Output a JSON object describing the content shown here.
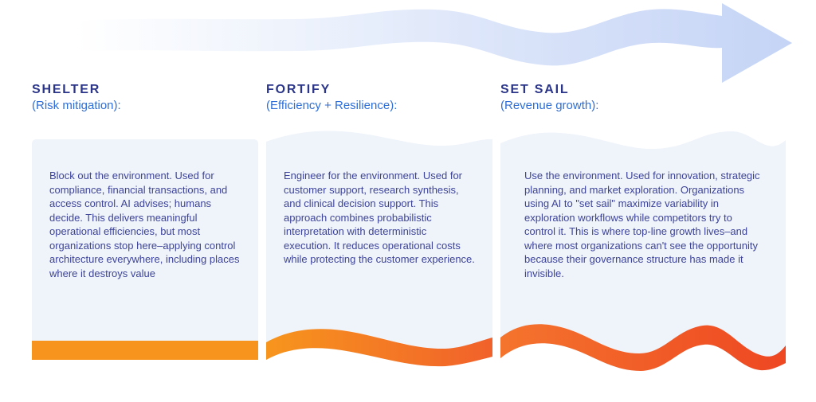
{
  "arrow": {
    "name": "growth-arrow",
    "gradient": {
      "stop1": "#ffffff",
      "stop2": "#eef3fc",
      "stop3": "#d9e3f9",
      "stop4": "#c5d4f6"
    }
  },
  "colors": {
    "title": "#2b3589",
    "subtitle": "#2e6ed8",
    "body_text": "#3d4499",
    "card_bg": "#eff3fa"
  },
  "columns": [
    {
      "id": "shelter",
      "title": "SHELTER",
      "subtitle": "(Risk mitigation):",
      "body": "Block out the environment. Used for compliance, financial transactions, and access control. AI advises; humans decide. This delivers meaningful operational efficiencies, but most organizations stop here–applying control architecture everywhere, including places where it destroys value",
      "accent": {
        "start": "#f7941e",
        "end": "#f7941e"
      }
    },
    {
      "id": "fortify",
      "title": "FORTIFY",
      "subtitle": "(Efficiency + Resilience):",
      "body": "Engineer for the environment. Used for customer support, research synthesis, and clinical decision support. This approach combines probabilistic interpretation with deterministic execution. It reduces operational costs while protecting the customer experience.",
      "accent": {
        "start": "#f7951d",
        "end": "#f1612b"
      }
    },
    {
      "id": "set-sail",
      "title": "SET SAIL",
      "subtitle": "(Revenue growth):",
      "body": "Use the environment. Used for innovation, strategic planning, and market exploration. Organizations using AI to \"set sail\" maximize variability in exploration workflows while competitors try to control it. This is where top-line growth lives–and where most organizations can't see the opportunity because their governance structure has made it invisible.",
      "accent": {
        "start": "#f4742d",
        "end": "#ee4722"
      }
    }
  ]
}
